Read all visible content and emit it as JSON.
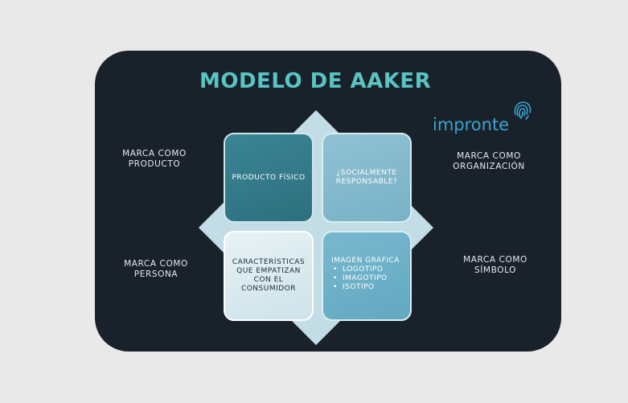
{
  "title": "MODELO DE AAKER",
  "logo": {
    "text": "impronte",
    "icon": "fingerprint-icon"
  },
  "side_labels": {
    "producto": [
      "MARCA COMO",
      "PRODUCTO"
    ],
    "organizacion": [
      "MARCA COMO",
      "ORGANIZACIÓN"
    ],
    "persona": [
      "MARCA COMO",
      "PERSONA"
    ],
    "simbolo": [
      "MARCA COMO",
      "SÍMBOLO"
    ]
  },
  "quadrants": {
    "top_left": {
      "lines": [
        "PRODUCTO FÍSICO"
      ]
    },
    "top_right": {
      "lines": [
        "¿SOCIALMENTE",
        "RESPONSABLE?"
      ]
    },
    "bottom_left": {
      "lines": [
        "CARACTERÍSTICAS",
        "QUE EMPATIZAN",
        "CON EL",
        "CONSUMIDOR"
      ]
    },
    "bottom_right": {
      "heading": "IMAGEN GRÁFICA",
      "items": [
        "LOGOTIPO",
        "IMAGOTIPO",
        "ISOTIPO"
      ]
    }
  },
  "colors": {
    "background": "#e9e9e9",
    "card": "#19212b",
    "title": "#59c4c2",
    "logo": "#3aa4cf",
    "diamond": "#c3dde6",
    "quad_top_left": "#3b8594",
    "quad_top_right": "#8fc1d3",
    "quad_bottom_left": "#e8f2f6",
    "quad_bottom_right": "#78b8cf"
  }
}
